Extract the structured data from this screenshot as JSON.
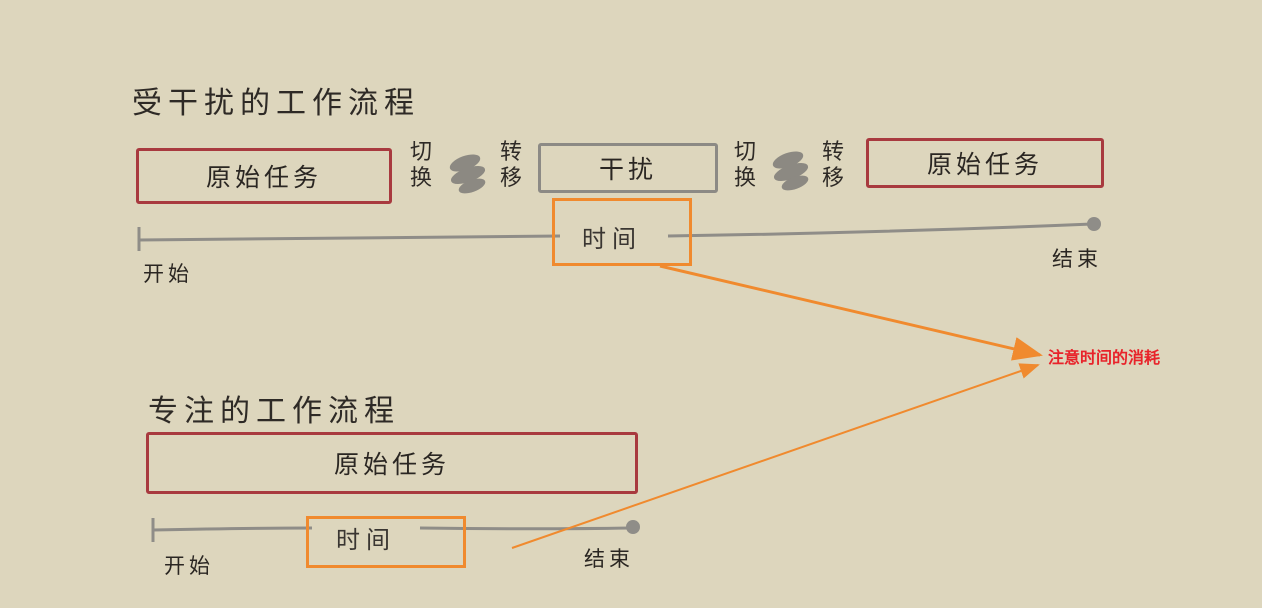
{
  "interrupted": {
    "title": "受干扰的工作流程",
    "task_left": "原始任务",
    "switch_1_a": "切",
    "switch_1_b": "换",
    "shift_1_a": "转",
    "shift_1_b": "移",
    "interruption": "干扰",
    "switch_2_a": "切",
    "switch_2_b": "换",
    "shift_2_a": "转",
    "shift_2_b": "移",
    "task_right": "原始任务",
    "time_label": "时间",
    "start_label": "开始",
    "end_label": "结束"
  },
  "focused": {
    "title": "专注的工作流程",
    "task": "原始任务",
    "time_label": "时间",
    "start_label": "开始",
    "end_label": "结束"
  },
  "annotation": {
    "text": "注意时间的消耗"
  },
  "colors": {
    "background": "#ddd6bd",
    "task_border": "#a83a3f",
    "interrupt_border": "#8c8a85",
    "timeline": "#8f8d88",
    "highlight": "#f08a2e",
    "annotation": "#e8232a"
  }
}
